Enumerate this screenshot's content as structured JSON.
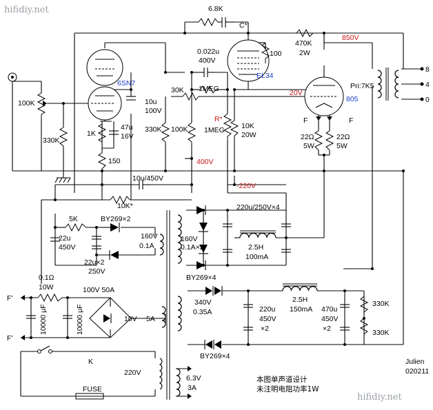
{
  "watermark_top": "hifidiy.net",
  "watermark_bottom": "hifidiy.net",
  "author": "Julien",
  "date_code": "020211",
  "notes": [
    "本图单声道设计",
    "未注明电阻功率1W"
  ],
  "tubes": {
    "driver": "6SN7",
    "middle": "EL34",
    "output": "805"
  },
  "voltages": {
    "v850": "850V",
    "v20": "20V",
    "v400": "400V",
    "vneg220": "-220V"
  },
  "output_transformer": {
    "primary": "Pri:7K5",
    "taps": [
      "8",
      "4",
      "0"
    ]
  },
  "components": {
    "r_fb": "6.8K",
    "c_fb": "C*",
    "r_470k": "470K",
    "r_470k_w": "2W",
    "c_0022": "0.022u",
    "c_0022_v": "400V",
    "r_100": "100",
    "r_1meg": "1MEG",
    "r_30k": "30K",
    "r_star": "R*",
    "r_1meg2": "1MEG",
    "r_10k": "10K",
    "r_10k_w": "20W",
    "pot": "100K",
    "r_330k_in": "330K",
    "c_10u": "10u",
    "c_10u_v": "100V",
    "r_1k": "1K",
    "c_47u": "47u",
    "c_47u_v": "16V",
    "r_330k_b": "330K",
    "r_100k_b": "100K",
    "r_150": "150",
    "r_22a": "22Ω",
    "r_22a_w": "5W",
    "r_22b": "22Ω",
    "r_22b_w": "5W",
    "fil_f1": "F",
    "fil_f2": "F",
    "c_10u450": "10u/450V",
    "r_10kstar": "10K*",
    "r_5k": "5K",
    "d_by269x2": "BY269×2",
    "c_22u": "22u",
    "c_22u_v": "450V",
    "c_22ux2": "22u×2",
    "c_22ux2_v": "250V",
    "sec_160v_a": "160V",
    "sec_160v_a_i": "0.1A",
    "c_220u_x4": "220u/250V×4",
    "sec_160v_b": "160V",
    "sec_160v_b_i": "0.1A×2",
    "choke1": "2.5H",
    "choke1_i": "100mA",
    "d_by269x4_a": "BY269×4",
    "r_01": "0.1Ω",
    "r_01_w": "10W",
    "bridge": "100V 50A",
    "c_10000a": "10000 μF",
    "c_10000b": "10000 μF",
    "fil_fp1": "F'",
    "fil_fp2": "F'",
    "sec_10v": "10V",
    "sec_10v_i": "5A",
    "sec_340v": "340V",
    "sec_340v_i": "0.35A",
    "c_220u450": "220u",
    "c_220u450_v": "450V",
    "c_220u450_x": "×2",
    "choke2": "2.5H",
    "choke2_i": "150mA",
    "c_470u": "470u",
    "c_470u_v": "450V",
    "c_470u_x": "×2",
    "r_330ka": "330K",
    "r_330kb": "330K",
    "d_by269x4_b": "BY269×4",
    "switch": "K",
    "mains": "220V",
    "sec_63v": "6.3V",
    "sec_63v_i": "3A",
    "fuse": "FUSE"
  },
  "colors": {
    "tube_label": "#1a3cc8",
    "voltage_label": "#c81414",
    "watermark": "#9aa0a6"
  }
}
